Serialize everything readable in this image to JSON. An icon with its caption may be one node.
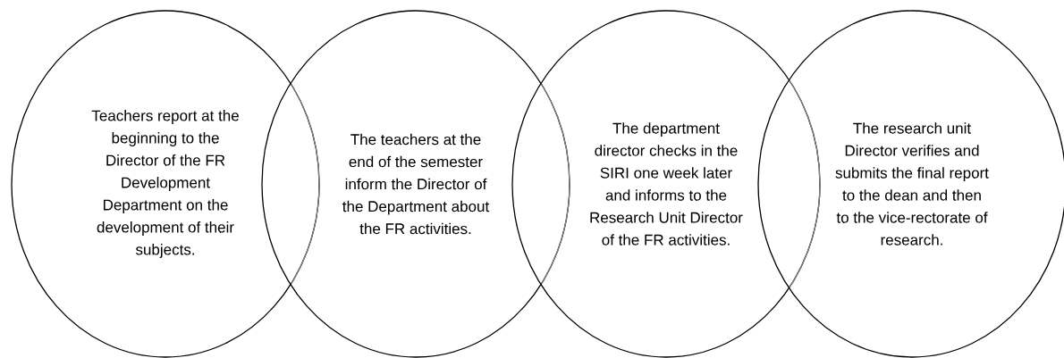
{
  "diagram": {
    "nodes": [
      {
        "text": [
          "Teachers report at the beginning to the Director of the FR Development Department on the development of their subjects."
        ]
      },
      {
        "text": [
          "The teachers at the end of the semester inform the Director of the Department about the FR activities."
        ]
      },
      {
        "text": [
          "The department director checks in the SIRI one week later and informs to the Research Unit Director of the FR activities."
        ]
      },
      {
        "text": [
          "The research unit Director verifies and submits the final report to the dean and then to the vice-rectorate of research."
        ]
      }
    ]
  }
}
